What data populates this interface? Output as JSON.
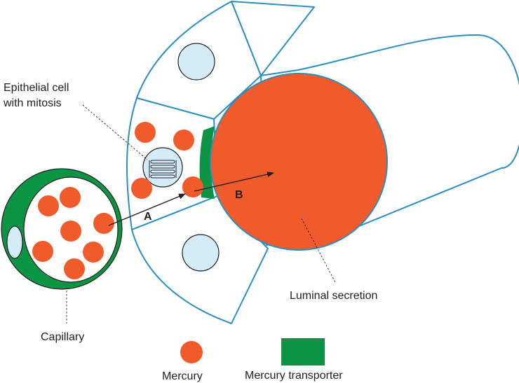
{
  "labels": {
    "epithelial_line1": "Epithelial cell",
    "epithelial_line2": "with mitosis",
    "capillary": "Capillary",
    "luminal": "Luminal secretion",
    "arrow_a": "A",
    "arrow_b": "B"
  },
  "legend": {
    "mercury": "Mercury",
    "transporter": "Mercury transporter"
  },
  "colors": {
    "mercury": "#f15a2b",
    "transporter": "#0b9444",
    "cell_outline": "#2a8fc0",
    "nucleus": "#d4ecf7"
  }
}
